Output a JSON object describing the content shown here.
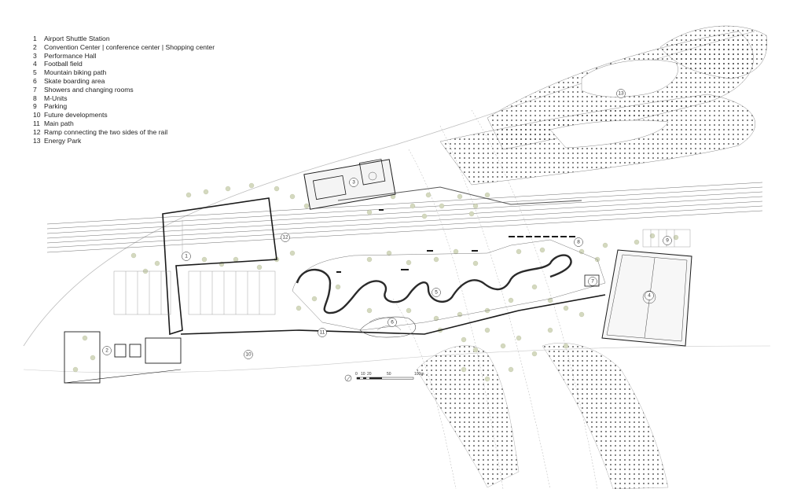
{
  "legend": {
    "items": [
      {
        "number": "1",
        "label": "Airport Shuttle Station"
      },
      {
        "number": "2",
        "label": "Convention Center | conference center | Shopping center"
      },
      {
        "number": "3",
        "label": "Performance Hall"
      },
      {
        "number": "4",
        "label": "Football field"
      },
      {
        "number": "5",
        "label": "Mountain biking path"
      },
      {
        "number": "6",
        "label": "Skate boarding area"
      },
      {
        "number": "7",
        "label": "Showers and changing rooms"
      },
      {
        "number": "8",
        "label": "M-Units"
      },
      {
        "number": "9",
        "label": "Parking"
      },
      {
        "number": "10",
        "label": "Future developments"
      },
      {
        "number": "11",
        "label": "Main path"
      },
      {
        "number": "12",
        "label": "Ramp connecting the two sides of the rail"
      },
      {
        "number": "13",
        "label": "Energy Park"
      }
    ]
  },
  "callouts": [
    "1",
    "2",
    "3",
    "4",
    "5",
    "6",
    "7",
    "8",
    "9",
    "10",
    "11",
    "12",
    "13"
  ],
  "scale_bar": {
    "ticks": [
      "0",
      "10",
      "20",
      "50",
      "100m"
    ]
  },
  "colors": {
    "line": "#1a1a1a",
    "faint_line": "#9a9a9a",
    "tree": "#c9cfb2",
    "paving": "#d8d8d8"
  }
}
